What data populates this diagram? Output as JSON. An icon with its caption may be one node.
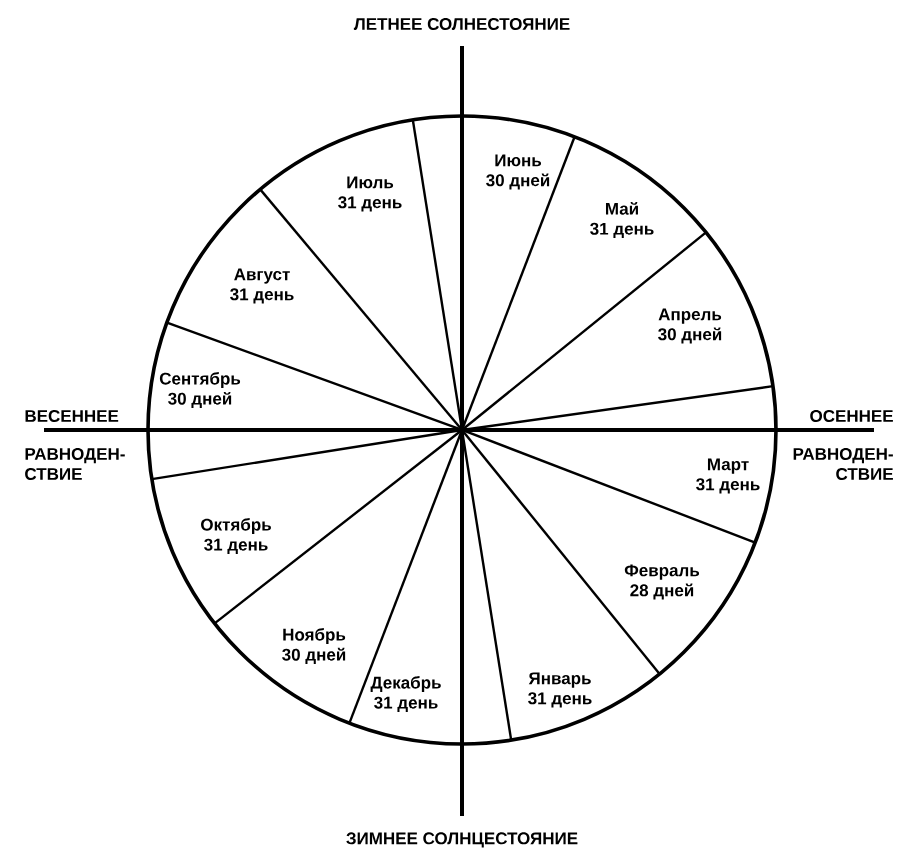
{
  "diagram": {
    "nodes": [
      {
        "text": [
          "Июнь",
          "30 дней"
        ]
      },
      {
        "text": [
          "Май",
          "31 день"
        ]
      },
      {
        "text": [
          "Апрель",
          "30 дней"
        ]
      },
      {
        "text": [
          "Март",
          "31 день"
        ]
      },
      {
        "text": [
          "Февраль",
          "28 дней"
        ]
      },
      {
        "text": [
          "Январь",
          "31 день"
        ]
      },
      {
        "text": [
          "Декабрь",
          "31 день"
        ]
      },
      {
        "text": [
          "Ноябрь",
          "30 дней"
        ]
      },
      {
        "text": [
          "Октябрь",
          "31 день"
        ]
      },
      {
        "text": [
          "Сентябрь",
          "30 дней"
        ]
      },
      {
        "text": [
          "Август",
          "31 день"
        ]
      },
      {
        "text": [
          "Июль",
          "31 день"
        ]
      }
    ],
    "labels": [
      "ЛЕТНЕЕ СОЛНЕСТОЯНИЕ",
      "ВЕСЕННЕЕ",
      "ОСЕННЕЕ",
      "РАВНОДЕН-СТВИЕ",
      "РАВНОДЕН-СТВИЕ",
      "ЗИМНЕЕ СОЛНЦЕСТОЯНИЕ"
    ]
  }
}
